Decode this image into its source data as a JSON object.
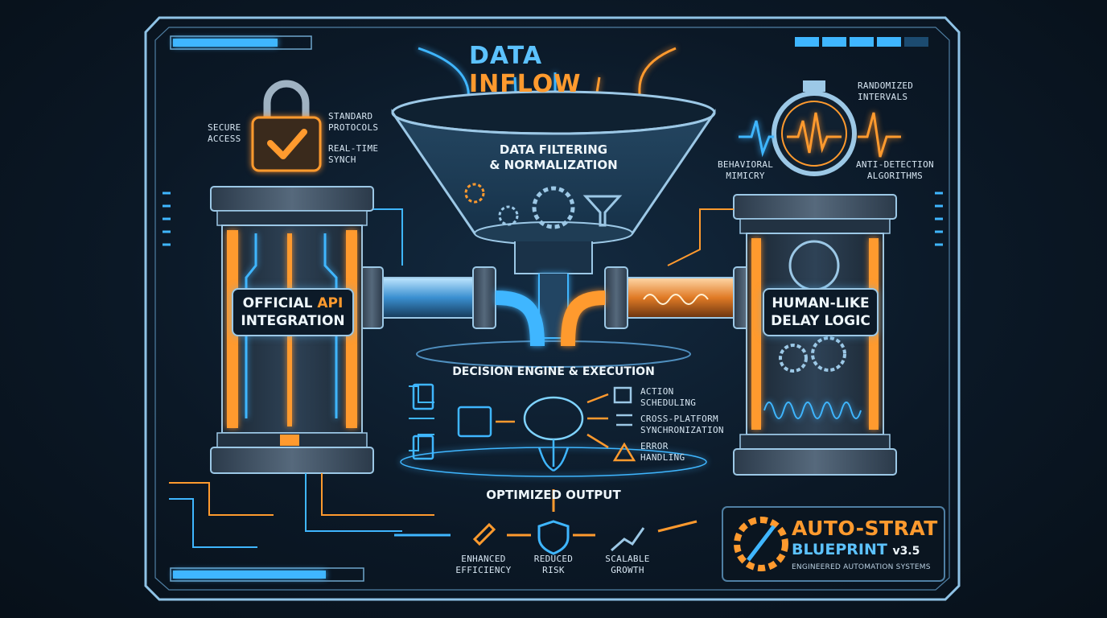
{
  "title": {
    "part1": "DATA",
    "part2": "INFLOW"
  },
  "security": {
    "secure_access": "SECURE\nACCESS",
    "standard_protocols": "STANDARD\nPROTOCOLS",
    "real_time_synch": "REAL-TIME\nSYNCH"
  },
  "funnel": {
    "label": "DATA FILTERING\n& NORMALIZATION"
  },
  "timing": {
    "randomized_intervals": "RANDOMIZED\nINTERVALS",
    "behavioral_mimicry": "BEHAVIORAL\nMIMICRY",
    "anti_detection": "ANTI-DETECTION\nALGORITHMS"
  },
  "left_pillar": {
    "line1_a": "OFFICIAL ",
    "line1_b": "API",
    "line2": "INTEGRATION"
  },
  "right_pillar": {
    "line1": "HUMAN-LIKE",
    "line2": "DELAY LOGIC"
  },
  "decision": {
    "title": "DECISION ENGINE & EXECUTION",
    "items": [
      {
        "label": "ACTION\nSCHEDULING",
        "icon": "calendar-icon"
      },
      {
        "label": "CROSS-PLATFORM\nSYNCHRONIZATION",
        "icon": "sync-icon"
      },
      {
        "label": "ERROR\nHANDLING",
        "icon": "warning-icon"
      }
    ]
  },
  "output": {
    "title": "OPTIMIZED OUTPUT",
    "items": [
      {
        "label": "ENHANCED\nEFFICIENCY",
        "icon": "rocket-icon"
      },
      {
        "label": "REDUCED\nRISK",
        "icon": "shield-check-icon"
      },
      {
        "label": "SCALABLE\nGROWTH",
        "icon": "growth-chart-icon"
      }
    ]
  },
  "brand": {
    "name": "AUTO-STRAT",
    "line2": "BLUEPRINT",
    "version": "v3.5",
    "tagline": "ENGINEERED AUTOMATION SYSTEMS"
  },
  "colors": {
    "accent_blue": "#3fb6ff",
    "accent_orange": "#ff9a2e",
    "frame": "#8fc3e6",
    "background": "#0b1826"
  }
}
